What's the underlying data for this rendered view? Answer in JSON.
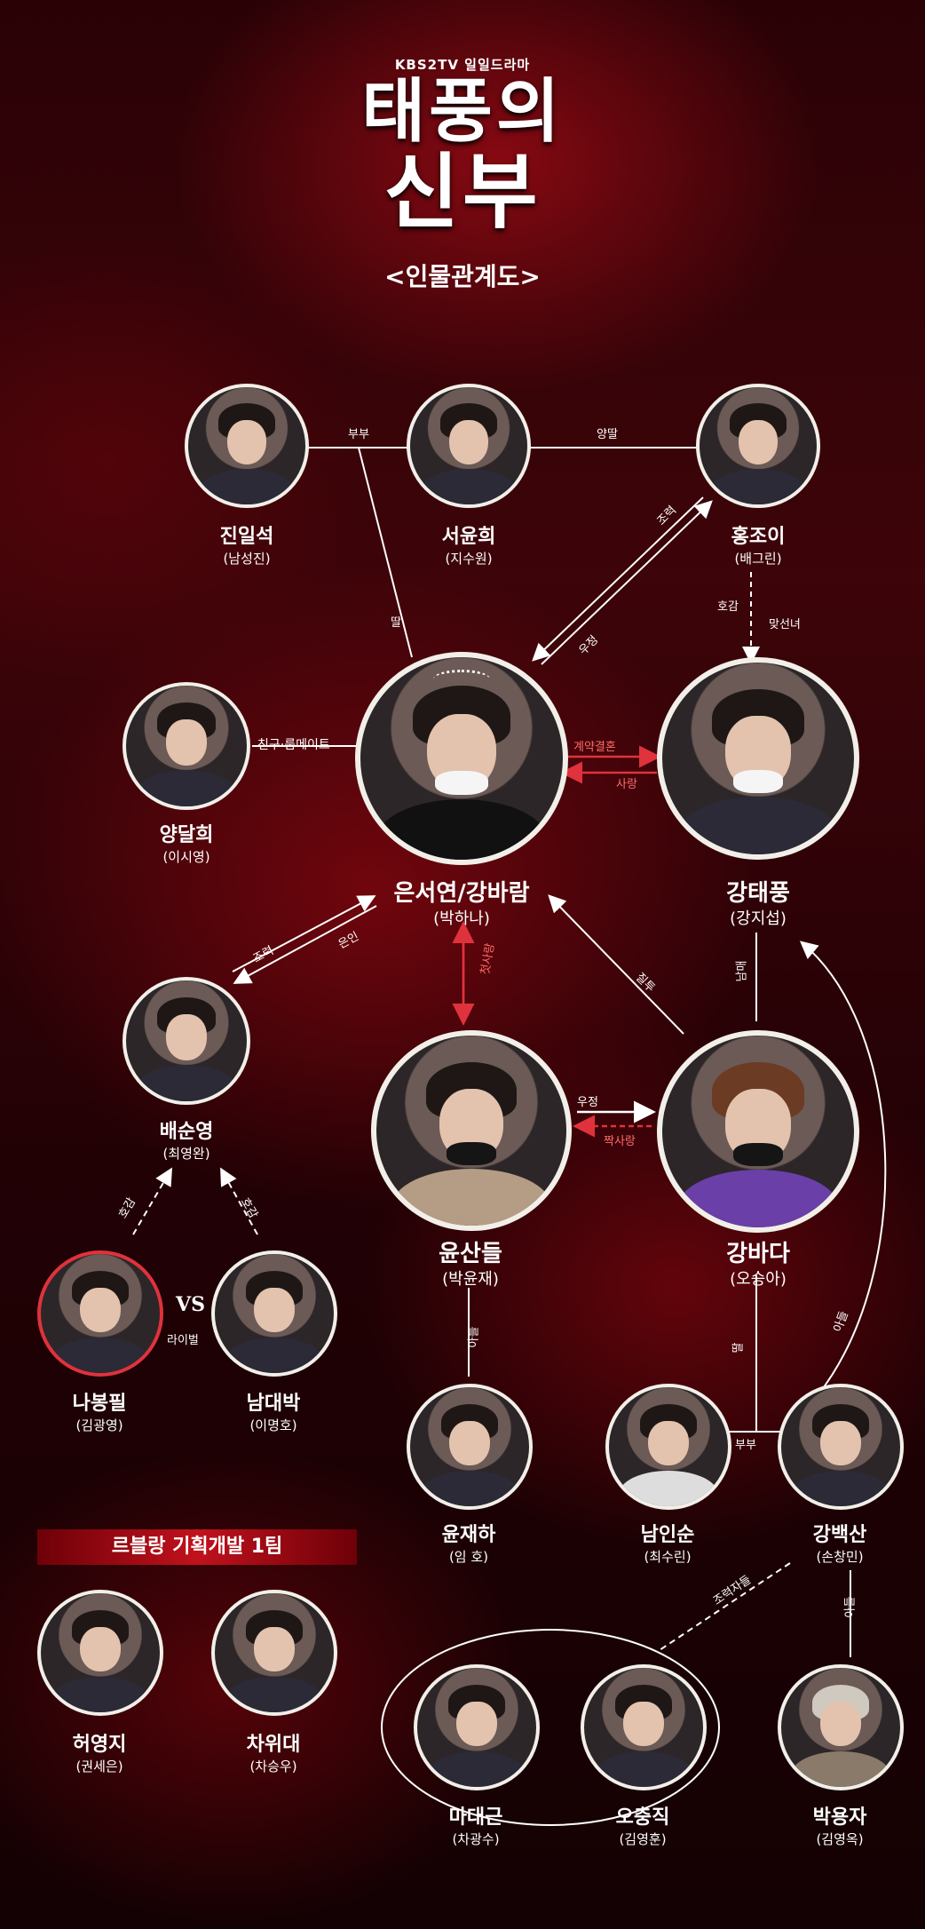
{
  "header": {
    "broadcaster": "KBS2TV 일일드라마",
    "title_line1": "태풍의",
    "title_line2": "신부",
    "subtitle": "<인물관계도>"
  },
  "characters": {
    "jin_ilseok": {
      "name": "진일석",
      "actor": "(남성진)"
    },
    "seo_yunhee": {
      "name": "서윤희",
      "actor": "(지수원)"
    },
    "hong_joi": {
      "name": "홍조이",
      "actor": "(배그린)"
    },
    "yang_dalhee": {
      "name": "양달희",
      "actor": "(이시영)"
    },
    "eun_seoyeon": {
      "name": "은서연/강바람",
      "actor": "(박하나)"
    },
    "kang_taepung": {
      "name": "강태풍",
      "actor": "(강지섭)"
    },
    "bae_sunyoung": {
      "name": "배순영",
      "actor": "(최영완)"
    },
    "yun_sandeul": {
      "name": "윤산들",
      "actor": "(박윤재)"
    },
    "kang_bada": {
      "name": "강바다",
      "actor": "(오승아)"
    },
    "na_bongpil": {
      "name": "나봉필",
      "actor": "(김광영)"
    },
    "nam_daebak": {
      "name": "남대박",
      "actor": "(이명호)"
    },
    "yun_jaeha": {
      "name": "윤재하",
      "actor": "(임 호)"
    },
    "nam_insun": {
      "name": "남인순",
      "actor": "(최수린)"
    },
    "kang_baeksan": {
      "name": "강백산",
      "actor": "(손창민)"
    },
    "heo_youngji": {
      "name": "허영지",
      "actor": "(권세은)"
    },
    "cha_widae": {
      "name": "차위대",
      "actor": "(차승우)"
    },
    "ma_daegun": {
      "name": "마대근",
      "actor": "(차광수)"
    },
    "oh_chungjik": {
      "name": "오충직",
      "actor": "(김영훈)"
    },
    "park_yongja": {
      "name": "박용자",
      "actor": "(김영옥)"
    }
  },
  "relations": {
    "bubu_top": "부부",
    "yangttal": "양딸",
    "ttal": "딸",
    "joryeok": "조력",
    "ujeong": "우정",
    "hogam": "호감",
    "matseonnyeo": "맞선녀",
    "chingu": "친구·룸메이트",
    "gyeyak": "계약결혼",
    "sarang": "사랑",
    "joryeok2": "조력",
    "eunin": "은인",
    "cheotsarang": "첫사랑",
    "jiltu": "질투",
    "nammae": "남매",
    "ujeong2": "우정",
    "jjaksarang": "짝사랑",
    "hogam2": "호감",
    "hogam3": "호감",
    "vs": "VS",
    "rival": "라이벌",
    "adeul1": "아들",
    "ttal2": "딸",
    "adeul2": "아들",
    "bubu_bottom": "부부",
    "adeul3": "아들",
    "joryeokja": "조력자들"
  },
  "team": {
    "label": "르블랑 기획개발 1팀"
  },
  "colors": {
    "accent_red": "#e0323c",
    "relation_red": "#ff6b6b",
    "line": "#ffffff"
  }
}
